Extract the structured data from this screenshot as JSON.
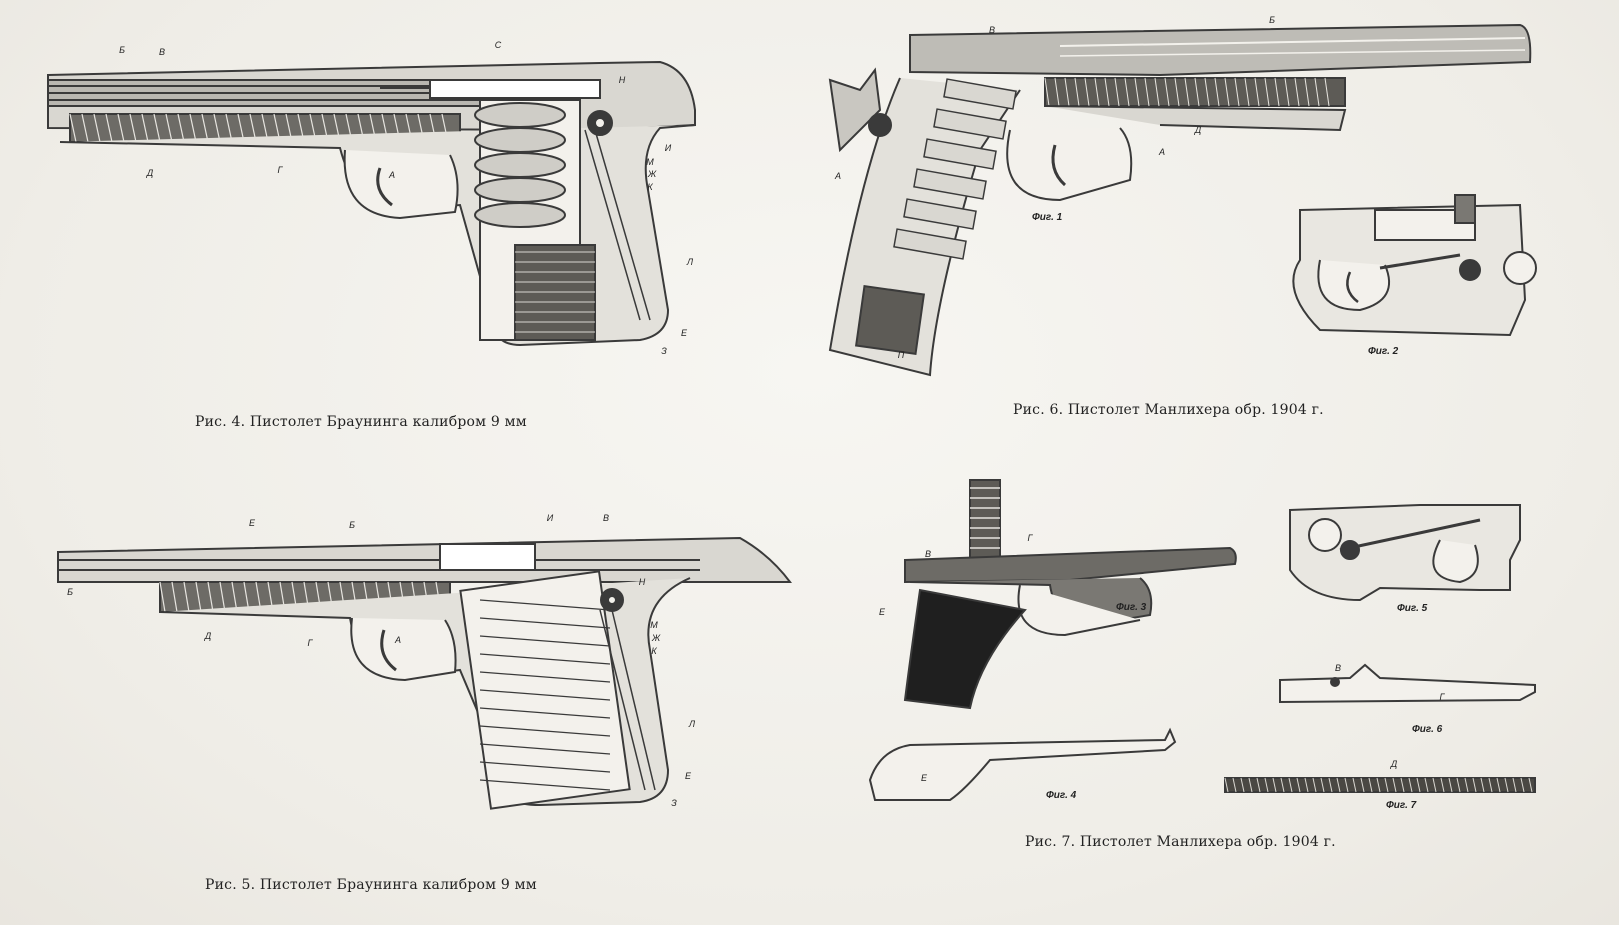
{
  "figures": {
    "fig4": {
      "caption": "Рис. 4. Пистолет Браунинга калибром 9 мм",
      "labels": [
        "Б",
        "В",
        "С",
        "Н",
        "И",
        "М",
        "Ж",
        "К",
        "А",
        "Г",
        "Д",
        "Л",
        "Е",
        "З"
      ]
    },
    "fig5": {
      "caption": "Рис. 5. Пистолет Браунинга калибром 9 мм",
      "labels": [
        "Е",
        "Б",
        "И",
        "В",
        "Б",
        "А",
        "Г",
        "Д",
        "Н",
        "М",
        "Ж",
        "К",
        "Л",
        "Е",
        "З"
      ]
    },
    "fig6": {
      "caption": "Рис. 6. Пистолет Манлихера обр. 1904 г.",
      "labels": [
        "В",
        "Б",
        "А",
        "Д",
        "А",
        "П"
      ],
      "sub": [
        "Фиг. 1",
        "Фиг. 2"
      ]
    },
    "fig7": {
      "caption": "Рис. 7. Пистолет Манлихера обр. 1904 г.",
      "labels": [
        "В",
        "Г",
        "Е",
        "Е",
        "В",
        "Г",
        "Д"
      ],
      "sub": [
        "Фиг. 3",
        "Фиг. 4",
        "Фиг. 5",
        "Фиг. 6",
        "Фиг. 7"
      ]
    }
  },
  "colors": {
    "ink": "#3a3a3a",
    "paper": "#f3f1ec",
    "shade": "#8a8a8a"
  }
}
